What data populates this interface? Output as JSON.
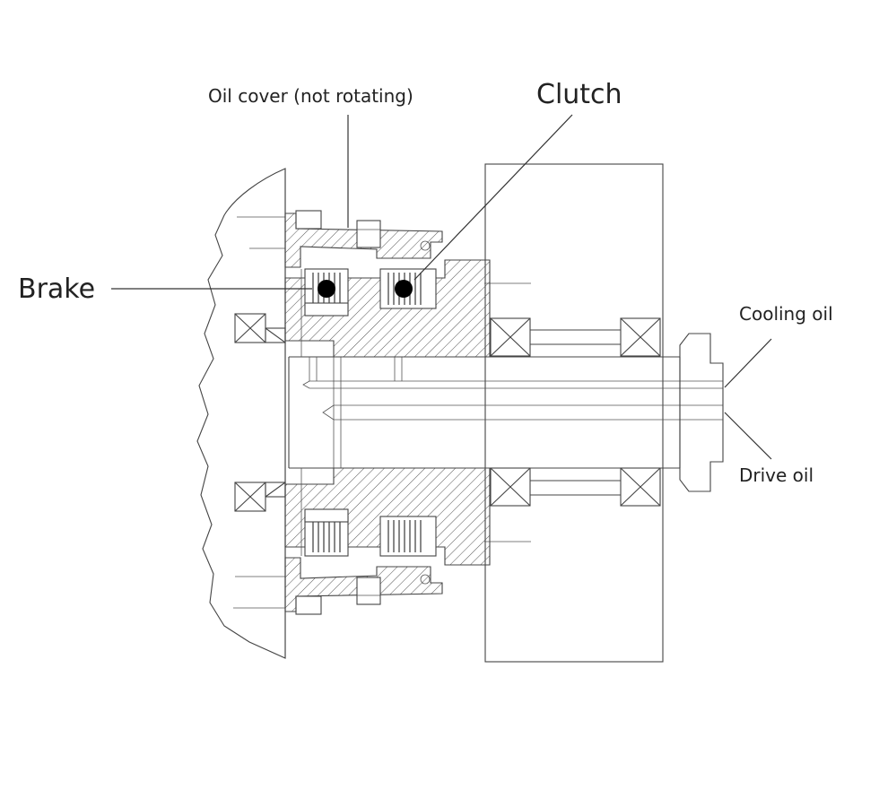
{
  "labels": {
    "oil_cover": "Oil cover (not rotating)",
    "clutch": "Clutch",
    "brake": "Brake",
    "cooling_oil": "Cooling oil",
    "drive_oil": "Drive oil"
  },
  "colors": {
    "line": "#444444",
    "text": "#222222",
    "marker": "#000000",
    "background": "#ffffff"
  }
}
